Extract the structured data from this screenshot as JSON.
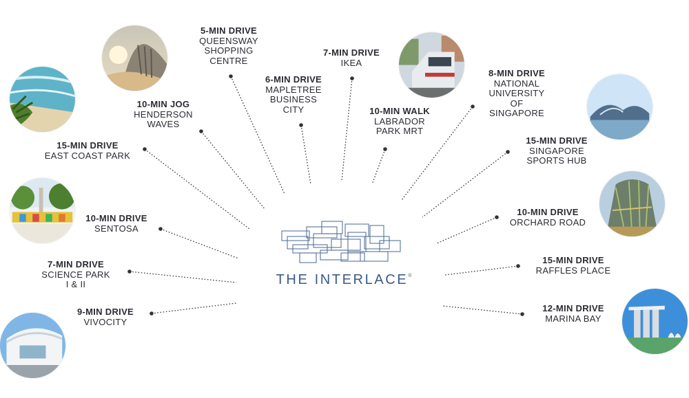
{
  "brand": {
    "name": "THE INTERLACE",
    "mark": "®"
  },
  "locations": [
    {
      "id": "henderson-waves",
      "time": "10-MIN JOG",
      "name": [
        "HENDERSON",
        "WAVES"
      ]
    },
    {
      "id": "queensway",
      "time": "5-MIN DRIVE",
      "name": [
        "QUEENSWAY",
        "SHOPPING",
        "CENTRE"
      ]
    },
    {
      "id": "mapletree",
      "time": "6-MIN DRIVE",
      "name": [
        "MAPLETREE",
        "BUSINESS",
        "CITY"
      ]
    },
    {
      "id": "ikea",
      "time": "7-MIN DRIVE",
      "name": [
        "IKEA"
      ]
    },
    {
      "id": "labrador",
      "time": "10-MIN WALK",
      "name": [
        "LABRADOR",
        "PARK MRT"
      ]
    },
    {
      "id": "nus",
      "time": "8-MIN DRIVE",
      "name": [
        "NATIONAL",
        "UNIVERSITY",
        "OF",
        "SINGAPORE"
      ]
    },
    {
      "id": "east-coast",
      "time": "15-MIN DRIVE",
      "name": [
        "EAST COAST PARK"
      ]
    },
    {
      "id": "sports-hub",
      "time": "15-MIN DRIVE",
      "name": [
        "SINGAPORE",
        "SPORTS HUB"
      ]
    },
    {
      "id": "sentosa",
      "time": "10-MIN DRIVE",
      "name": [
        "SENTOSA"
      ]
    },
    {
      "id": "orchard",
      "time": "10-MIN DRIVE",
      "name": [
        "ORCHARD ROAD"
      ]
    },
    {
      "id": "science-park",
      "time": "7-MIN DRIVE",
      "name": [
        "SCIENCE PARK",
        "I & II"
      ]
    },
    {
      "id": "raffles",
      "time": "15-MIN DRIVE",
      "name": [
        "RAFFLES PLACE"
      ]
    },
    {
      "id": "vivocity",
      "time": "9-MIN DRIVE",
      "name": [
        "VIVOCITY"
      ]
    },
    {
      "id": "marina-bay",
      "time": "12-MIN DRIVE",
      "name": [
        "MARINA BAY"
      ]
    }
  ],
  "colors": {
    "logo": "#3a5a8c",
    "text": "#2a2a33",
    "dots": "#333333"
  }
}
